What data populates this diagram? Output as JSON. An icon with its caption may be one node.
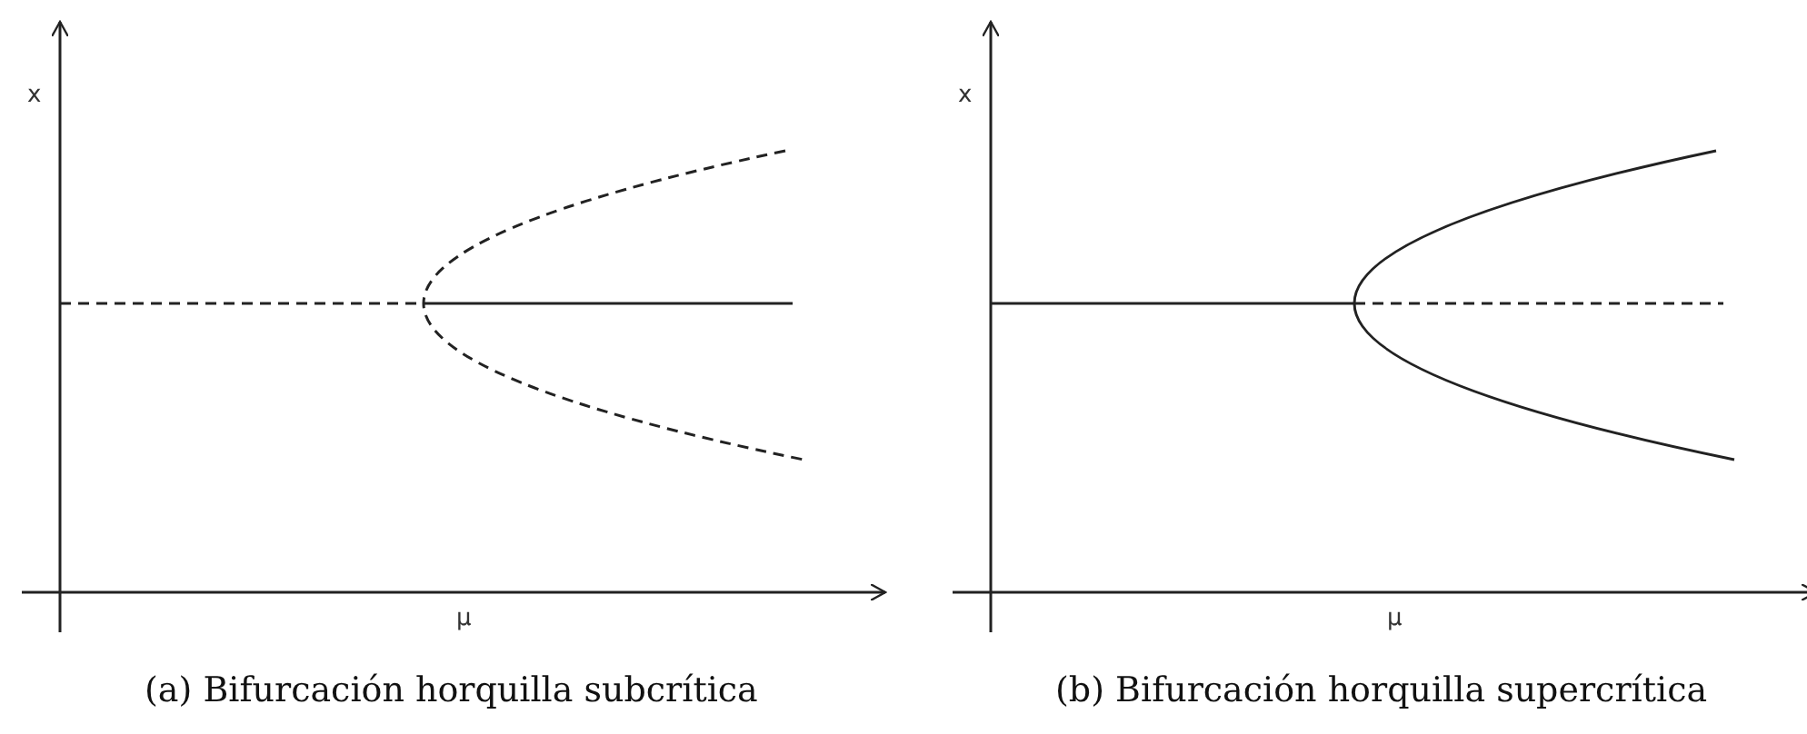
{
  "diagram": {
    "labels": [
      "x",
      "μ",
      "(a) Bifurcación horquilla subcrítica",
      "x",
      "μ",
      "(b) Bifurcación horquilla supercrítica"
    ]
  }
}
